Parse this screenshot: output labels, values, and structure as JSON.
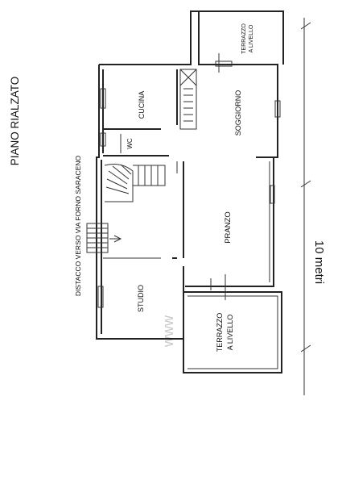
{
  "plan": {
    "title": "PIANO RIALZATO",
    "setback_note": "DISTACCO VERSO VIA FORNO SARACENO",
    "scale_label": "10 metri",
    "rooms": {
      "cucina": "CUCINA",
      "soggiorno": "SOGGIORNO",
      "wc": "WC",
      "pranzo": "PRANZO",
      "studio": "STUDIO",
      "terrazzo_top_line1": "TERRAZZO",
      "terrazzo_top_line2": "A LIVELLO",
      "terrazzo_bottom_line1": "TERRAZZO",
      "terrazzo_bottom_line2": "A LIVELLO"
    }
  }
}
